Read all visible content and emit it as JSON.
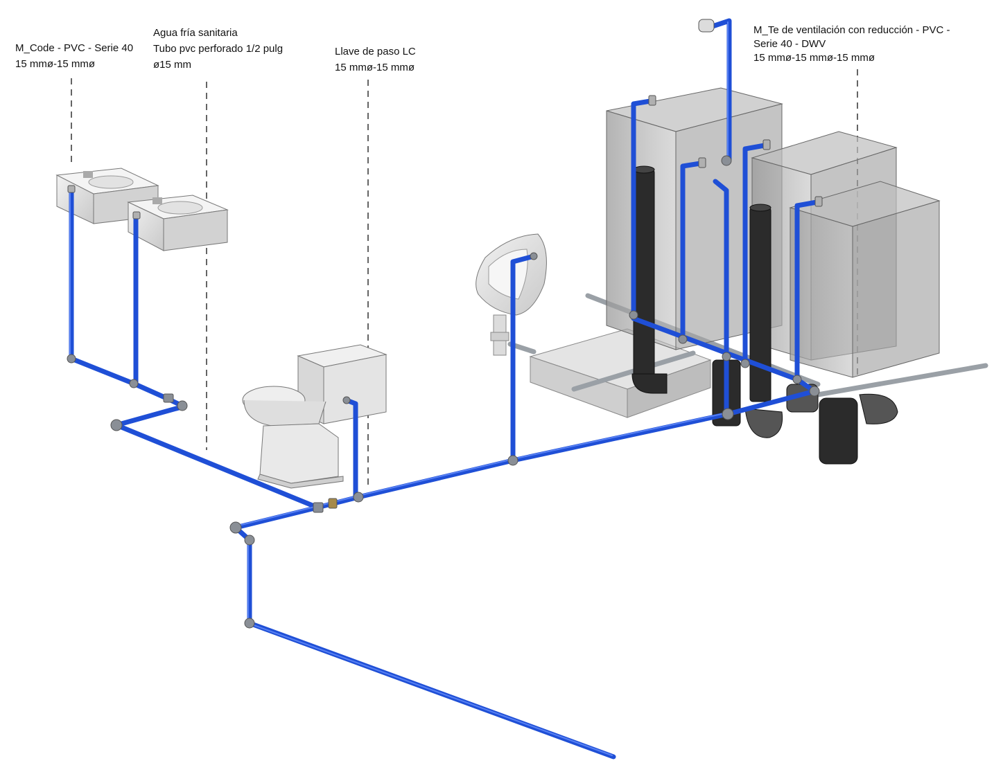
{
  "labels": {
    "code": {
      "line1": "M_Code - PVC - Serie 40",
      "line2": "15 mmø-15 mmø"
    },
    "agua": {
      "line1": "Agua fría sanitaria",
      "line2": "Tubo pvc perforado 1/2 pulg",
      "line3": "ø15 mm"
    },
    "llave": {
      "line1": "Llave de paso LC",
      "line2": "15 mmø-15 mmø"
    },
    "te": {
      "line1": "M_Te de ventilación con reducción - PVC -",
      "line2": "Serie 40 - DWV",
      "line3": "15 mmø-15 mmø-15 mmø"
    }
  },
  "colors": {
    "water_pipe": "#1f4fd6",
    "water_pipe_highlight": "#6f95ff",
    "drain_pipe": "#2a2a2a",
    "fitting": "#8a8f96",
    "fixture": "#dcdcdc",
    "cabinet": "#8e8e8e"
  }
}
